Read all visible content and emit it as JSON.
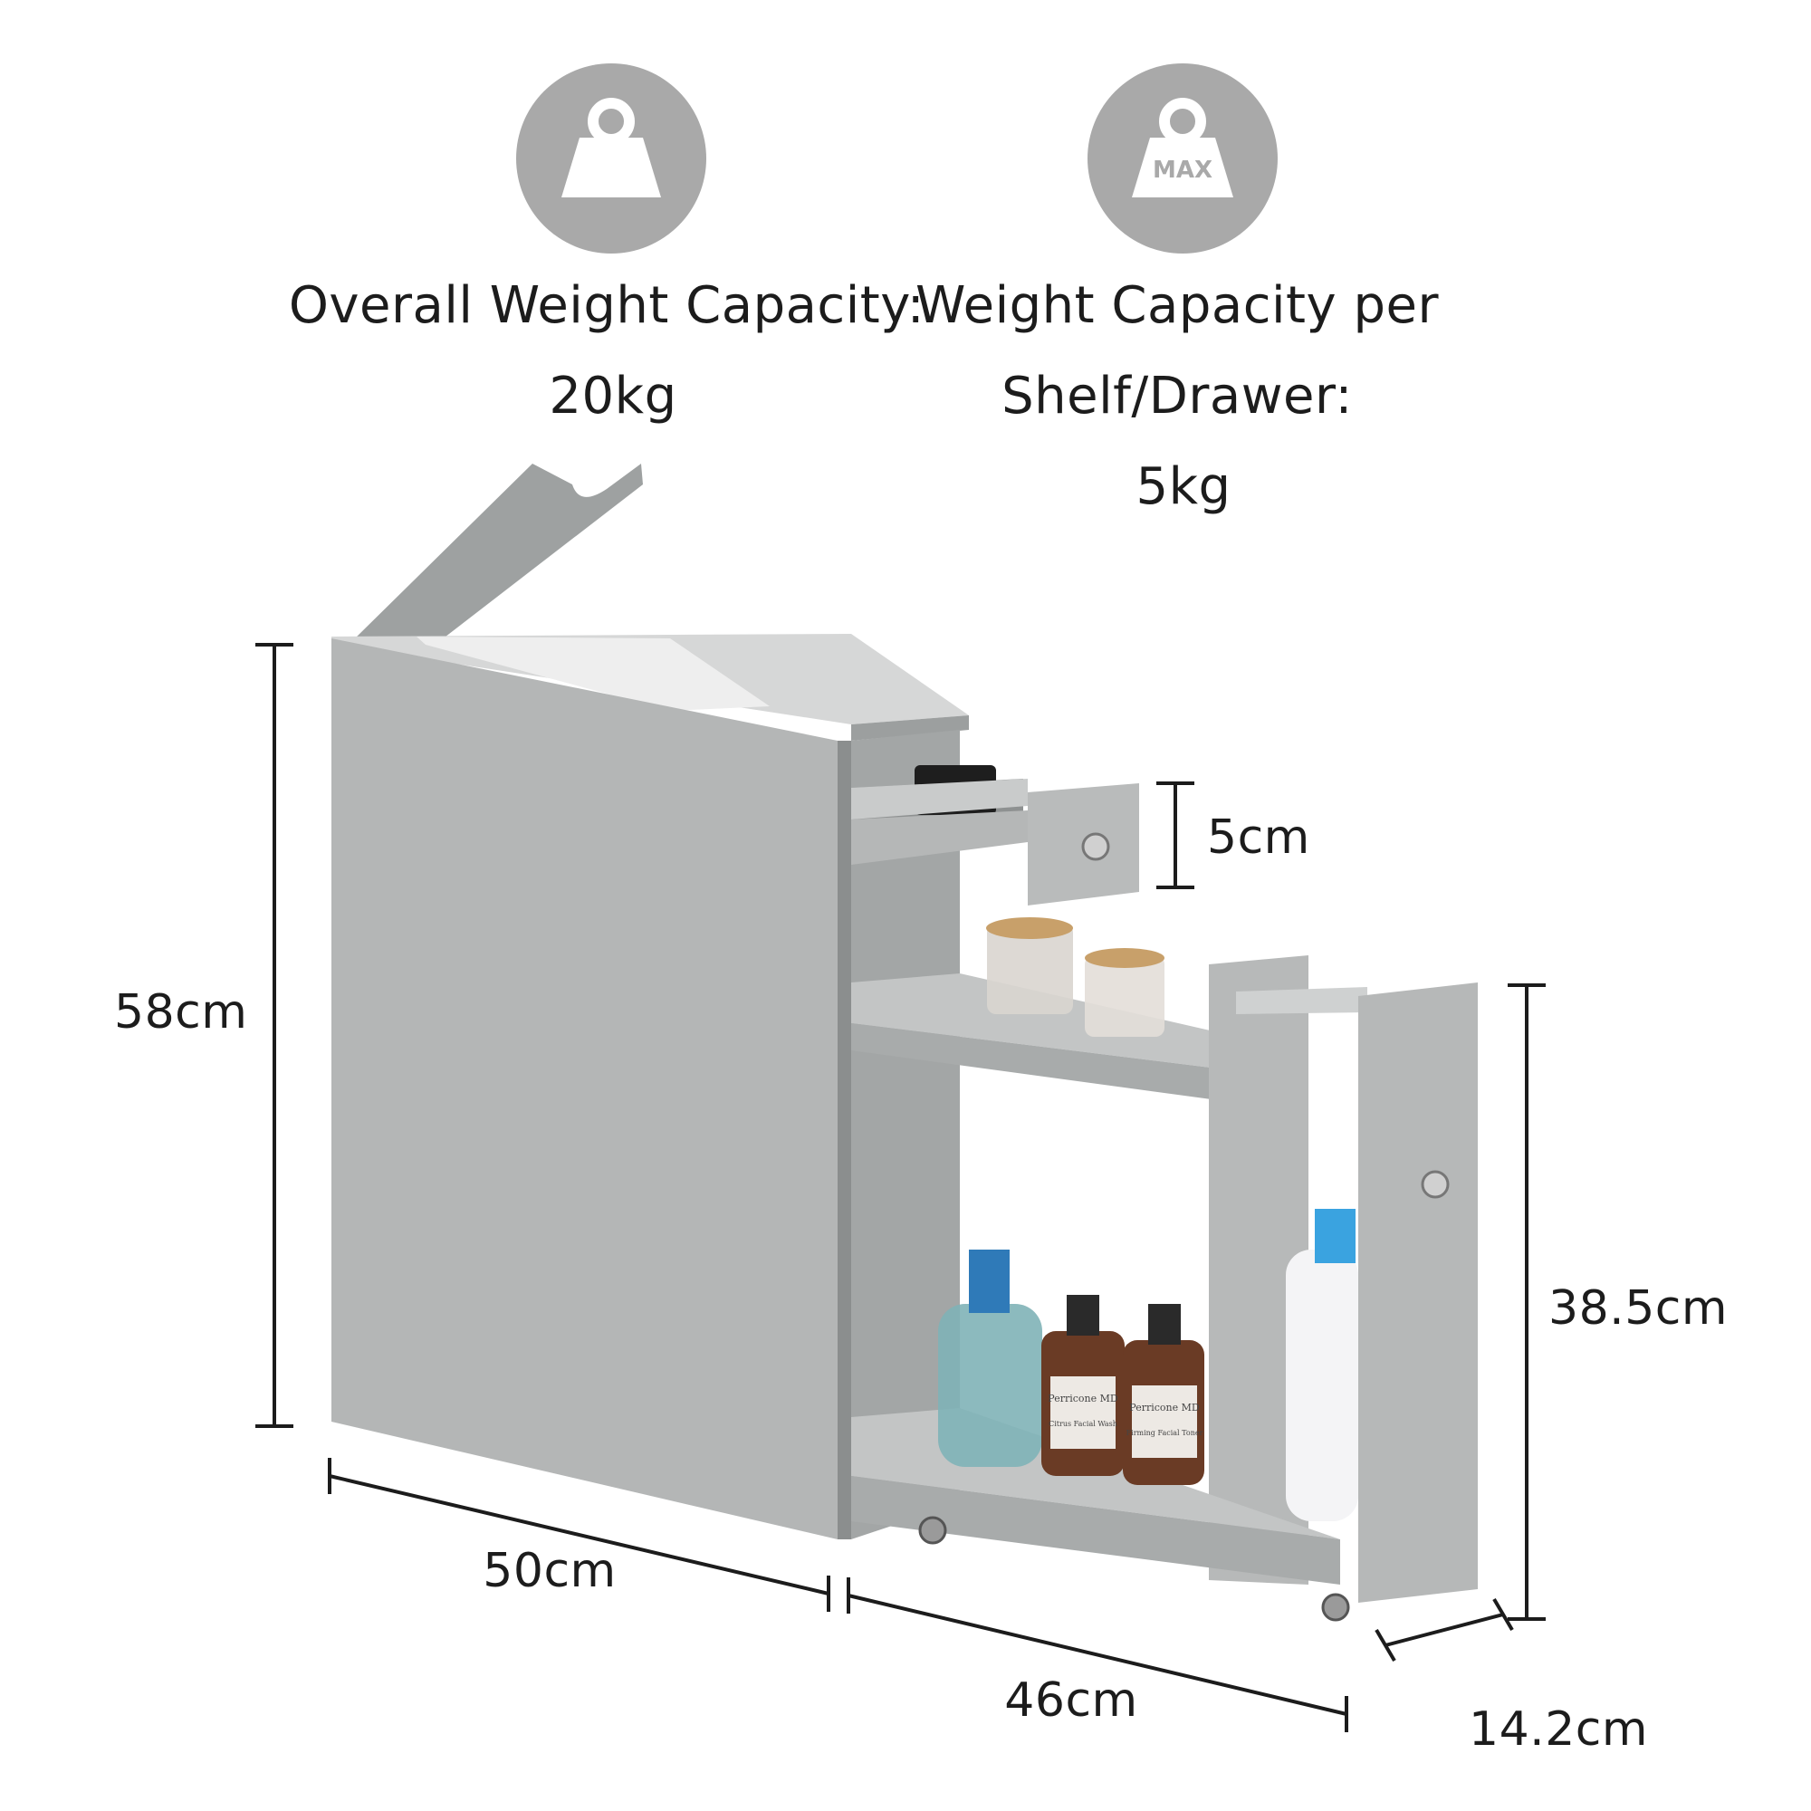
{
  "capacity": {
    "overall": {
      "label": "Overall Weight Capacity:",
      "value": "20kg",
      "icon": "weight-icon"
    },
    "per_shelf": {
      "label_line1": "Weight Capacity per",
      "label_line2": "Shelf/Drawer:",
      "value": "5kg",
      "icon": "max-weight-icon",
      "icon_text": "MAX"
    }
  },
  "dimensions": {
    "height": "58cm",
    "drawer_height": "5cm",
    "trolley_height": "38.5cm",
    "cabinet_depth": "50cm",
    "trolley_depth": "46cm",
    "width": "14.2cm"
  },
  "products": {
    "label_left": "Perricone MD",
    "label_left_sub": "Citrus Facial Wash",
    "label_right": "Perricone MD",
    "label_right_sub": "Firming Facial Toner"
  },
  "colors": {
    "icon_circle": "#a9a9a9",
    "cabinet": "#b3b5b5",
    "cabinet_dark": "#8f9292",
    "dimension_line": "#1c1c1c"
  }
}
